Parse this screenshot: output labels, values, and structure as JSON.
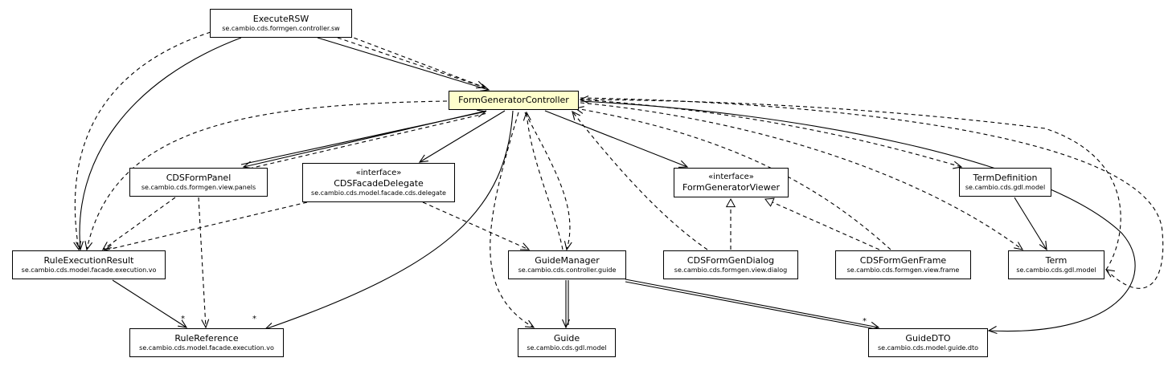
{
  "diagram": {
    "nodes": [
      {
        "id": "executeRSW",
        "name": "ExecuteRSW",
        "stereotype": "",
        "package": "se.cambio.cds.formgen.controller.sw"
      },
      {
        "id": "formGeneratorController",
        "name": "FormGeneratorController",
        "stereotype": "",
        "package": ""
      },
      {
        "id": "cdsFormPanel",
        "name": "CDSFormPanel",
        "stereotype": "",
        "package": "se.cambio.cds.formgen.view.panels"
      },
      {
        "id": "cdsFacadeDelegate",
        "name": "CDSFacadeDelegate",
        "stereotype": "«interface»",
        "package": "se.cambio.cds.model.facade.cds.delegate"
      },
      {
        "id": "formGeneratorViewer",
        "name": "FormGeneratorViewer",
        "stereotype": "«interface»",
        "package": ""
      },
      {
        "id": "termDefinition",
        "name": "TermDefinition",
        "stereotype": "",
        "package": "se.cambio.cds.gdl.model"
      },
      {
        "id": "ruleExecutionResult",
        "name": "RuleExecutionResult",
        "stereotype": "",
        "package": "se.cambio.cds.model.facade.execution.vo"
      },
      {
        "id": "guideManager",
        "name": "GuideManager",
        "stereotype": "",
        "package": "se.cambio.cds.controller.guide"
      },
      {
        "id": "cdsFormGenDialog",
        "name": "CDSFormGenDialog",
        "stereotype": "",
        "package": "se.cambio.cds.formgen.view.dialog"
      },
      {
        "id": "cdsFormGenFrame",
        "name": "CDSFormGenFrame",
        "stereotype": "",
        "package": "se.cambio.cds.formgen.view.frame"
      },
      {
        "id": "term",
        "name": "Term",
        "stereotype": "",
        "package": "se.cambio.cds.gdl.model"
      },
      {
        "id": "ruleReference",
        "name": "RuleReference",
        "stereotype": "",
        "package": "se.cambio.cds.model.facade.execution.vo"
      },
      {
        "id": "guide",
        "name": "Guide",
        "stereotype": "",
        "package": "se.cambio.cds.gdl.model"
      },
      {
        "id": "guideDTO",
        "name": "GuideDTO",
        "stereotype": "",
        "package": "se.cambio.cds.model.guide.dto"
      }
    ],
    "multiplicities": {
      "ruleref_from_result": "*",
      "ruleref_from_controller": "*",
      "guidedto_from_manager": "*"
    }
  }
}
